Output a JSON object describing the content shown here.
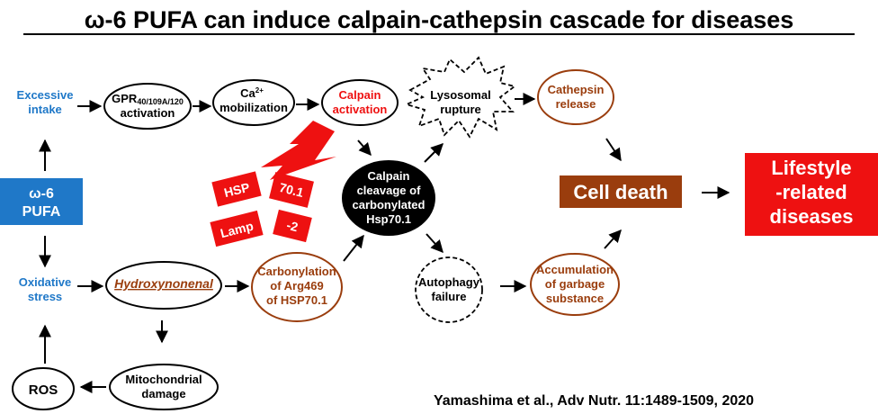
{
  "title": "ω-6 PUFA can induce calpain-cathepsin cascade for diseases",
  "pufa": {
    "line1": "ω-6",
    "line2": "PUFA"
  },
  "excessive_intake": {
    "line1": "Excessive",
    "line2": "intake"
  },
  "oxidative_stress": {
    "line1": "Oxidative",
    "line2": "stress"
  },
  "ros": "ROS",
  "gpr": {
    "prefix": "GPR",
    "sub": "40/109A/120",
    "line2": "activation"
  },
  "ca_mobilization": {
    "ca": "Ca",
    "sup": "2+",
    "line2": "mobilization"
  },
  "calpain_activation": {
    "line1": "Calpain",
    "line2": "activation"
  },
  "lysosomal_rupture": {
    "line1": "Lysosomal",
    "line2": "rupture"
  },
  "cathepsin_release": {
    "line1": "Cathepsin",
    "line2": "release"
  },
  "calpain_cleavage": {
    "line1": "Calpain",
    "line2": "cleavage of",
    "line3": "carbonylated",
    "line4": "Hsp70.1"
  },
  "hydroxynonenal": "Hydroxynonenal",
  "carbonylation": {
    "line1": "Carbonylation",
    "line2": "of Arg469",
    "line3": "of HSP70.1"
  },
  "autophagy_failure": {
    "line1": "Autophagy",
    "line2": "failure"
  },
  "accumulation": {
    "line1": "Accumulation",
    "line2": "of garbage",
    "line3": "substance"
  },
  "mitochondrial_damage": {
    "line1": "Mitochondrial",
    "line2": "damage"
  },
  "cell_death": "Cell death",
  "lifestyle_diseases": {
    "line1": "Lifestyle",
    "line2": "-related",
    "line3": "diseases"
  },
  "badges": {
    "hsp": "HSP",
    "v701": "70.1",
    "lamp": "Lamp",
    "neg2": "-2"
  },
  "citation": "Yamashima et al., Adv Nutr. 11:1489-1509, 2020",
  "colors": {
    "blue": "#1f78c8",
    "red": "#ee1111",
    "brown": "#9a3d0d",
    "black": "#000000"
  }
}
